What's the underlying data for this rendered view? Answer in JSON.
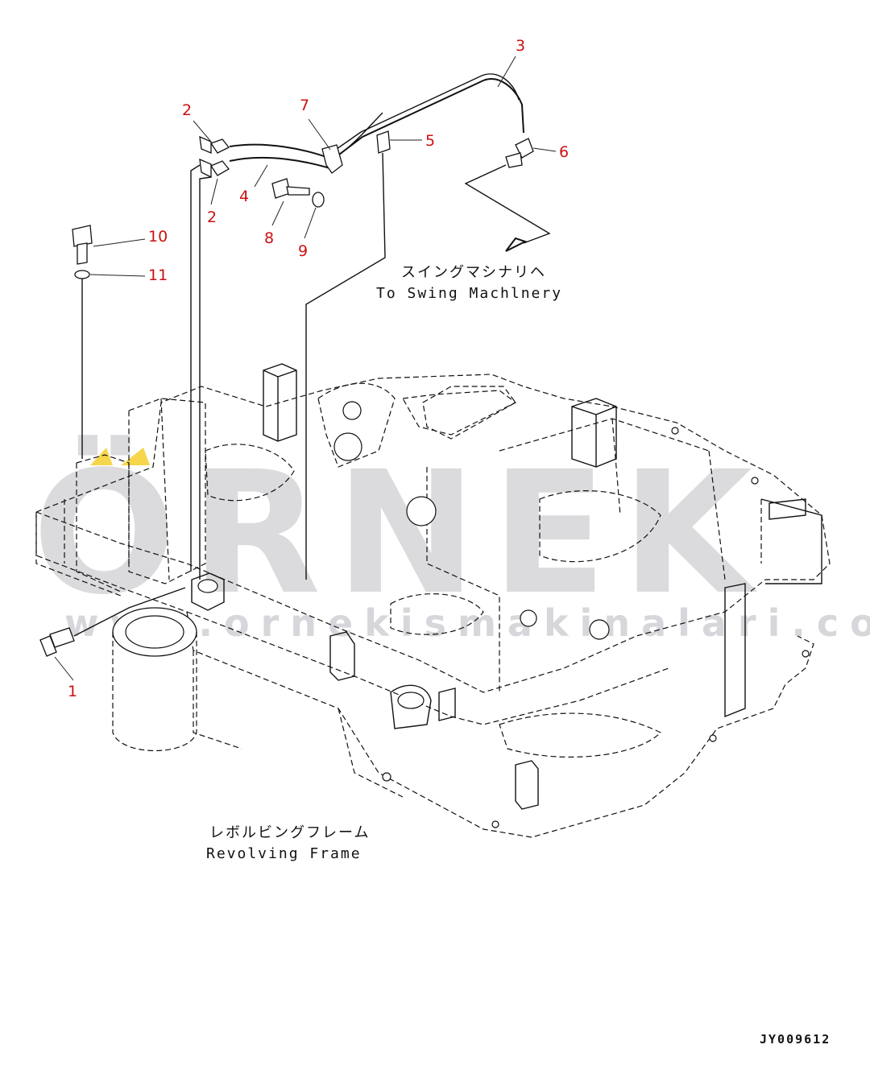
{
  "callouts": [
    {
      "id": "1",
      "label": "1"
    },
    {
      "id": "2a",
      "label": "2"
    },
    {
      "id": "2b",
      "label": "2"
    },
    {
      "id": "3",
      "label": "3"
    },
    {
      "id": "4",
      "label": "4"
    },
    {
      "id": "5",
      "label": "5"
    },
    {
      "id": "6",
      "label": "6"
    },
    {
      "id": "7",
      "label": "7"
    },
    {
      "id": "8",
      "label": "8"
    },
    {
      "id": "9",
      "label": "9"
    },
    {
      "id": "10",
      "label": "10"
    },
    {
      "id": "11",
      "label": "11"
    }
  ],
  "swing_label": {
    "jp": "スイングマシナリヘ",
    "en": "To Swing Machlnery"
  },
  "frame_label": {
    "jp": "レボルビングフレーム",
    "en": "Revolving Frame"
  },
  "drawing_code": "JY009612",
  "watermark": {
    "brand": "ÖRNEK",
    "url": "www.ornekismakinalari.com.tr"
  },
  "colors": {
    "callout": "#cc1111",
    "line": "#111111",
    "watermark": "#bfbfc4",
    "accent_yellow": "#f2c400"
  }
}
